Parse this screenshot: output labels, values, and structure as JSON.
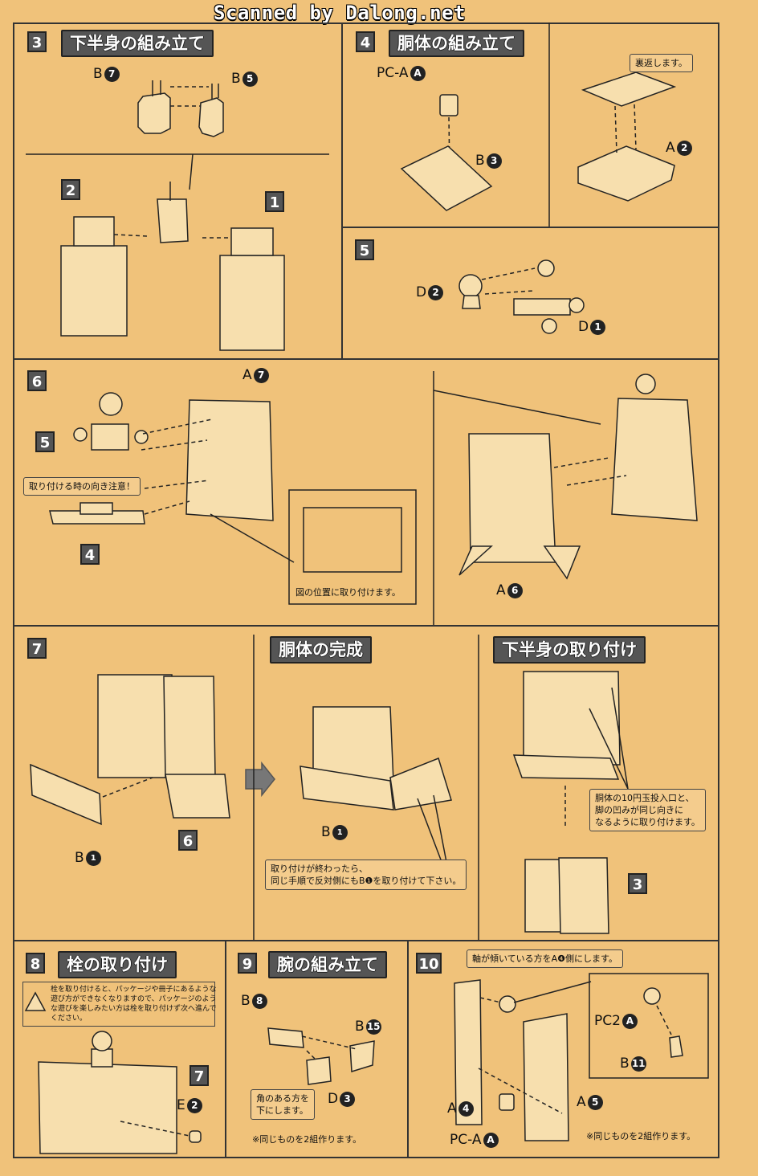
{
  "watermark": "Scanned by Dalong.net",
  "step3": {
    "num": "3",
    "title": "下半身の組み立て",
    "label_b7_letter": "B",
    "label_b7_num": "7",
    "label_b5_letter": "B",
    "label_b5_num": "5",
    "badge2": "2",
    "badge1": "1"
  },
  "step4": {
    "num": "4",
    "title": "胴体の組み立て",
    "label_pca_text": "PC-A",
    "label_pca_circ": "A",
    "label_b3_letter": "B",
    "label_b3_num": "3",
    "note_flip": "裏返します。",
    "label_a2_letter": "A",
    "label_a2_num": "2"
  },
  "step5": {
    "num": "5",
    "label_d2_letter": "D",
    "label_d2_num": "2",
    "label_d1_letter": "D",
    "label_d1_num": "1"
  },
  "step6": {
    "num": "6",
    "label_a7_letter": "A",
    "label_a7_num": "7",
    "badge5": "5",
    "note_direction": "取り付ける時の向き注意！",
    "badge4": "4",
    "note_position": "図の位置に取り付けます。",
    "label_a6_letter": "A",
    "label_a6_num": "6"
  },
  "step7": {
    "num": "7",
    "label_b1_letter": "B",
    "label_b1_num": "1",
    "badge6": "6"
  },
  "body_complete": {
    "title": "胴体の完成",
    "label_b1_letter": "B",
    "label_b1_num": "1",
    "note_line1": "取り付けが終わったら、",
    "note_line2": "同じ手順で反対側にもB❶を取り付けて下さい。"
  },
  "lower_attach": {
    "title": "下半身の取り付け",
    "note_line1": "胴体の10円玉投入口と、",
    "note_line2": "脚の凹みが同じ向きに",
    "note_line3": "なるように取り付けます。",
    "badge3": "3"
  },
  "step8": {
    "num": "8",
    "title": "栓の取り付け",
    "warn_line1": "栓を取り付けると、パッケージや冊子にあるような",
    "warn_line2": "遊び方ができなくなりますので、パッケージのよう",
    "warn_line3": "な遊びを楽しみたい方は栓を取り付けず次へ進んで",
    "warn_line4": "ください。",
    "badge7": "7",
    "label_e2_letter": "E",
    "label_e2_num": "2"
  },
  "step9": {
    "num": "9",
    "title": "腕の組み立て",
    "label_b8_letter": "B",
    "label_b8_num": "8",
    "label_b15_letter": "B",
    "label_b15_num": "15",
    "note_angle_line1": "角のある方を",
    "note_angle_line2": "下にします。",
    "label_d3_letter": "D",
    "label_d3_num": "3",
    "note_two_sets": "※同じものを2組作ります。"
  },
  "step10": {
    "num": "10",
    "note_axis": "軸が傾いている方をA❹側にします。",
    "label_pc2a_text": "PC2",
    "label_pc2a_circ": "A",
    "label_b11_letter": "B",
    "label_b11_num": "11",
    "label_a4_letter": "A",
    "label_a4_num": "4",
    "label_a5_letter": "A",
    "label_a5_num": "5",
    "label_pca_text": "PC-A",
    "label_pca_circ": "A",
    "note_two_sets": "※同じものを2組作ります。"
  }
}
